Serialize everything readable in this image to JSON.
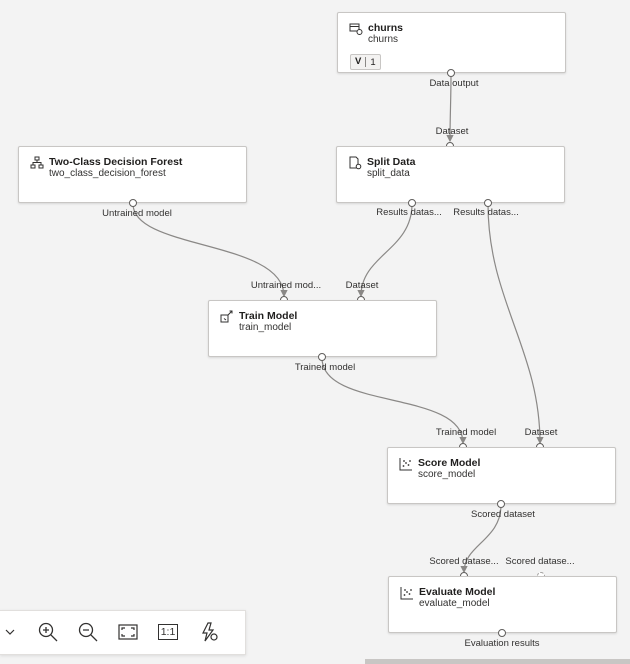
{
  "nodes": {
    "churns": {
      "title": "churns",
      "subtitle": "churns",
      "version_label": "V",
      "version_number": "1"
    },
    "decision_forest": {
      "title": "Two-Class Decision Forest",
      "subtitle": "two_class_decision_forest"
    },
    "split_data": {
      "title": "Split Data",
      "subtitle": "split_data"
    },
    "train_model": {
      "title": "Train Model",
      "subtitle": "train_model"
    },
    "score_model": {
      "title": "Score Model",
      "subtitle": "score_model"
    },
    "evaluate_model": {
      "title": "Evaluate Model",
      "subtitle": "evaluate_model"
    }
  },
  "ports": {
    "churns_out": "Data output",
    "split_in": "Dataset",
    "forest_out": "Untrained model",
    "split_out1": "Results datas...",
    "split_out2": "Results datas...",
    "train_in1": "Untrained mod...",
    "train_in2": "Dataset",
    "train_out": "Trained model",
    "score_in1": "Trained model",
    "score_in2": "Dataset",
    "score_out": "Scored dataset",
    "eval_in1": "Scored datase...",
    "eval_in2": "Scored datase...",
    "eval_out": "Evaluation results"
  },
  "toolbar": {
    "items": [
      "chevron-down-icon",
      "zoom-in-icon",
      "zoom-out-icon",
      "fit-to-screen-icon",
      "actual-size-icon",
      "auto-layout-icon"
    ],
    "actual_size_label": "1:1"
  },
  "colors": {
    "edge": "#8a8886",
    "node_border": "#c8c6c4",
    "canvas": "#f3f3f3"
  }
}
